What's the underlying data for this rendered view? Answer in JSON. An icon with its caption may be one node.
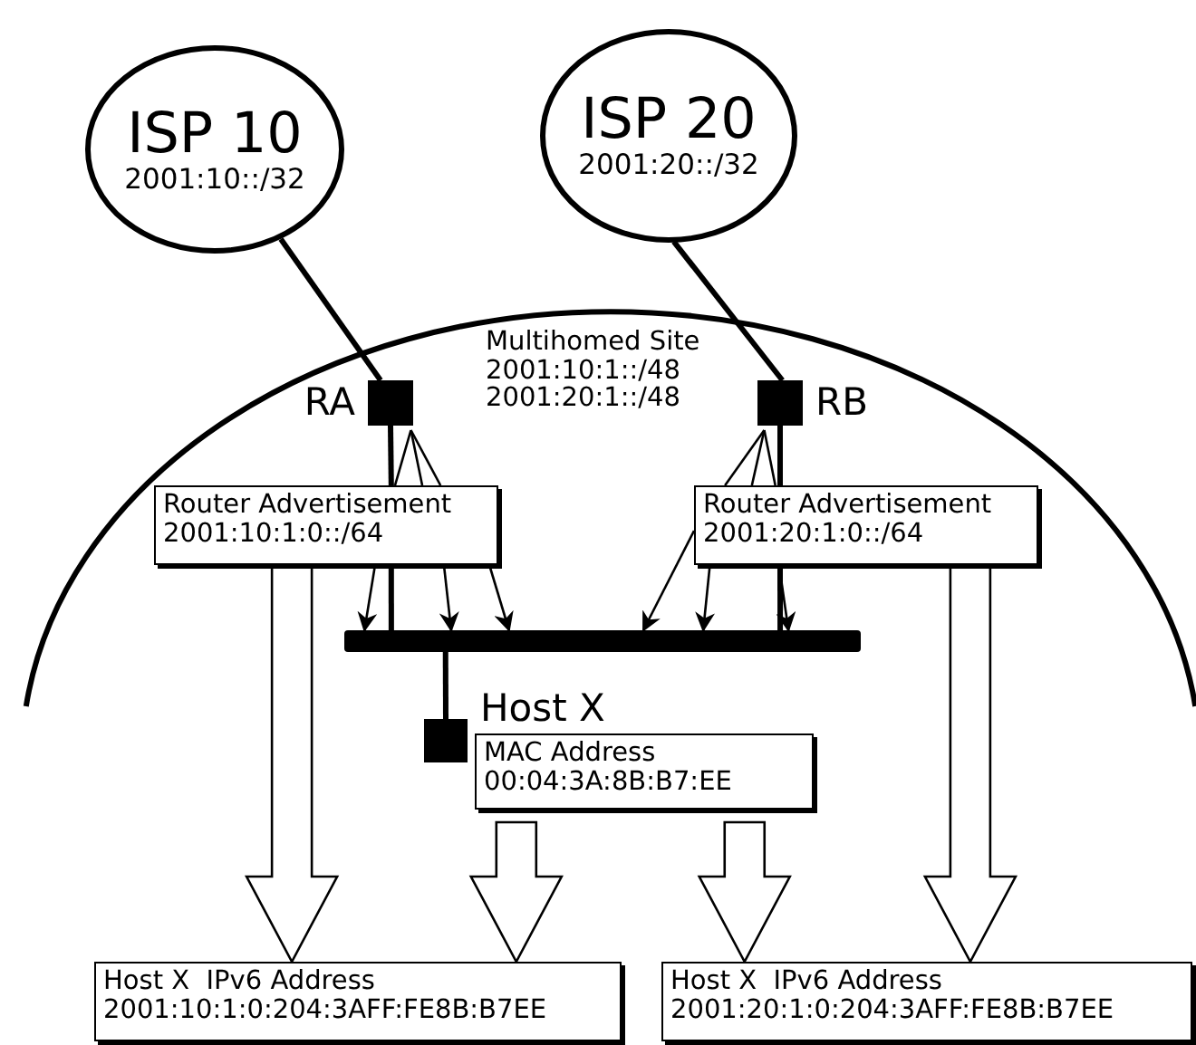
{
  "diagram": {
    "nodes": [
      {
        "text": [
          "ISP 10",
          "2001:10::/32"
        ]
      },
      {
        "text": [
          "ISP 20",
          "2001:20::/32"
        ]
      },
      {
        "text": [
          "Multihomed Site",
          "2001:10:1::/48",
          "2001:20:1::/48"
        ]
      },
      {
        "text": [],
        "shape": "box",
        "beside": [
          "RA"
        ],
        "in": 2
      },
      {
        "text": [],
        "shape": "box",
        "beside": [
          "RB"
        ],
        "in": 2
      },
      {
        "text": [
          "Router Advertisement",
          "2001:10:1:0::/64"
        ],
        "in": 2
      },
      {
        "text": [
          "Router Advertisement",
          "2001:20:1:0::/64"
        ],
        "in": 2
      },
      {
        "text": [],
        "shape": "bar",
        "in": 2
      },
      {
        "text": [],
        "shape": "box",
        "beside": [
          "Host X"
        ]
      },
      {
        "text": [
          "MAC Address",
          "00:04:3A:8B:B7:EE"
        ]
      },
      {
        "text": [
          "Host X  IPv6 Address",
          "2001:10:1:0:204:3AFF:FE8B:B7EE"
        ]
      },
      {
        "text": [
          "Host X  IPv6 Address",
          "2001:20:1:0:204:3AFF:FE8B:B7EE"
        ]
      }
    ],
    "edges": [
      {
        "from": 0,
        "to": 3,
        "arrow": "none",
        "style": "thick"
      },
      {
        "from": 1,
        "to": 4,
        "arrow": "none",
        "style": "thick"
      },
      {
        "from": 3,
        "to": 5,
        "arrow": "none",
        "style": "thick"
      },
      {
        "from": 4,
        "to": 6,
        "arrow": "none",
        "style": "thick"
      },
      {
        "from": 8,
        "to": 7,
        "arrow": "none",
        "style": "thick"
      },
      {
        "from": 3,
        "to": 5,
        "arrow": "none"
      },
      {
        "from": 3,
        "to": 5,
        "arrow": "none"
      },
      {
        "from": 3,
        "to": 5,
        "arrow": "none"
      },
      {
        "from": 5,
        "to": 7,
        "arrow": "to"
      },
      {
        "from": 5,
        "to": 7,
        "arrow": "to"
      },
      {
        "from": 5,
        "to": 7,
        "arrow": "to"
      },
      {
        "from": 4,
        "to": 6,
        "arrow": "none"
      },
      {
        "from": 4,
        "to": 6,
        "arrow": "none"
      },
      {
        "from": 4,
        "to": 6,
        "arrow": "none"
      },
      {
        "from": 6,
        "to": 7,
        "arrow": "to"
      },
      {
        "from": 6,
        "to": 7,
        "arrow": "to"
      },
      {
        "from": 6,
        "to": 7,
        "arrow": "to"
      },
      {
        "from": 5,
        "to": 10,
        "arrow": "to",
        "style": "thick"
      },
      {
        "from": 9,
        "to": 10,
        "arrow": "to",
        "style": "thick"
      },
      {
        "from": 9,
        "to": 11,
        "arrow": "to",
        "style": "thick"
      },
      {
        "from": 6,
        "to": 11,
        "arrow": "to",
        "style": "thick"
      },
      {
        "from": 5,
        "to": 7,
        "arrow": "none",
        "style": "thick"
      },
      {
        "from": 6,
        "to": 7,
        "arrow": "none",
        "style": "thick"
      }
    ]
  }
}
